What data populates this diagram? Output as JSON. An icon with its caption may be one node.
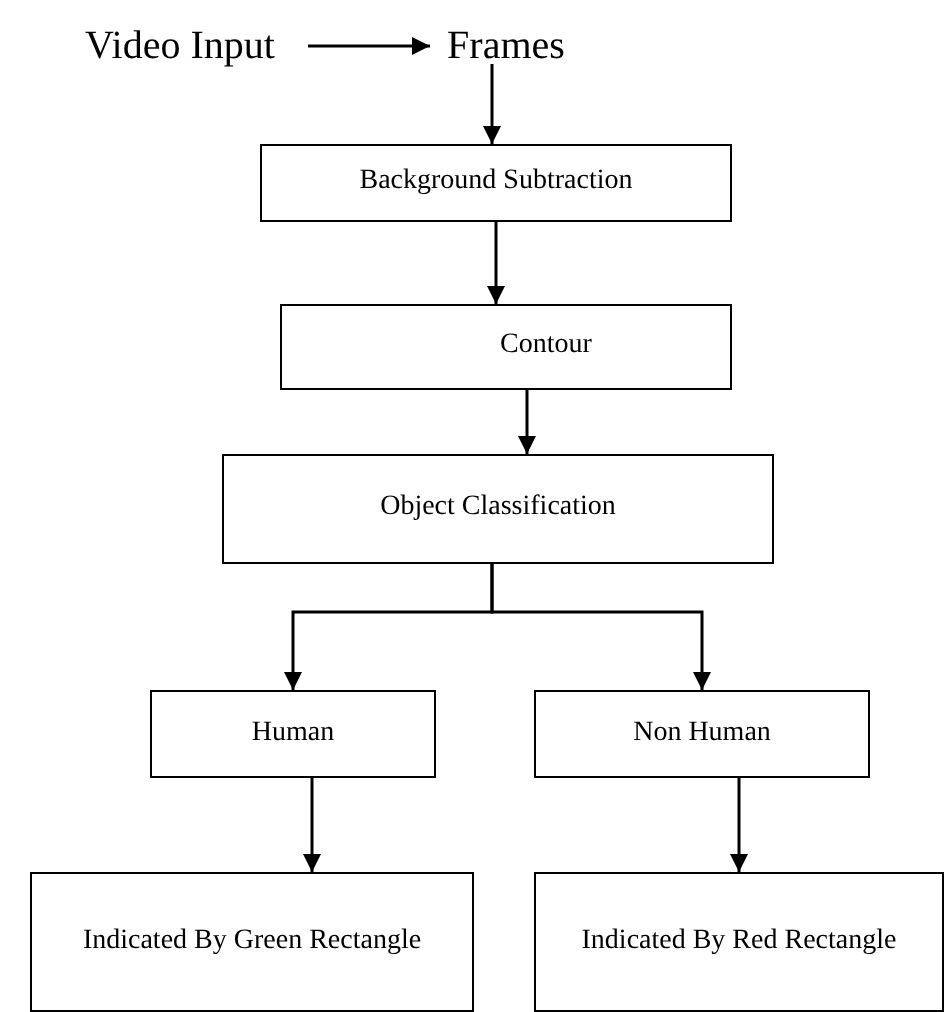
{
  "diagram": {
    "nodes": [
      {
        "text": [
          "Video Input"
        ]
      },
      {
        "text": [
          "Frames"
        ]
      },
      {
        "text": [
          "Background Subtraction"
        ]
      },
      {
        "text": [
          "Contour"
        ]
      },
      {
        "text": [
          "Object Classification"
        ]
      },
      {
        "text": [
          "Human"
        ]
      },
      {
        "text": [
          "Non Human"
        ]
      },
      {
        "text": [
          "Indicated By Green Rectangle"
        ]
      },
      {
        "text": [
          "Indicated By Red Rectangle"
        ]
      }
    ],
    "edges": [
      {
        "from": 0,
        "to": 1,
        "arrow": "to"
      },
      {
        "from": 1,
        "to": 2,
        "arrow": "to"
      },
      {
        "from": 2,
        "to": 3,
        "arrow": "to"
      },
      {
        "from": 3,
        "to": 4,
        "arrow": "to"
      },
      {
        "from": 4,
        "to": 5,
        "arrow": "to"
      },
      {
        "from": 4,
        "to": 6,
        "arrow": "to"
      },
      {
        "from": 5,
        "to": 7,
        "arrow": "to"
      },
      {
        "from": 6,
        "to": 8,
        "arrow": "to"
      }
    ]
  }
}
